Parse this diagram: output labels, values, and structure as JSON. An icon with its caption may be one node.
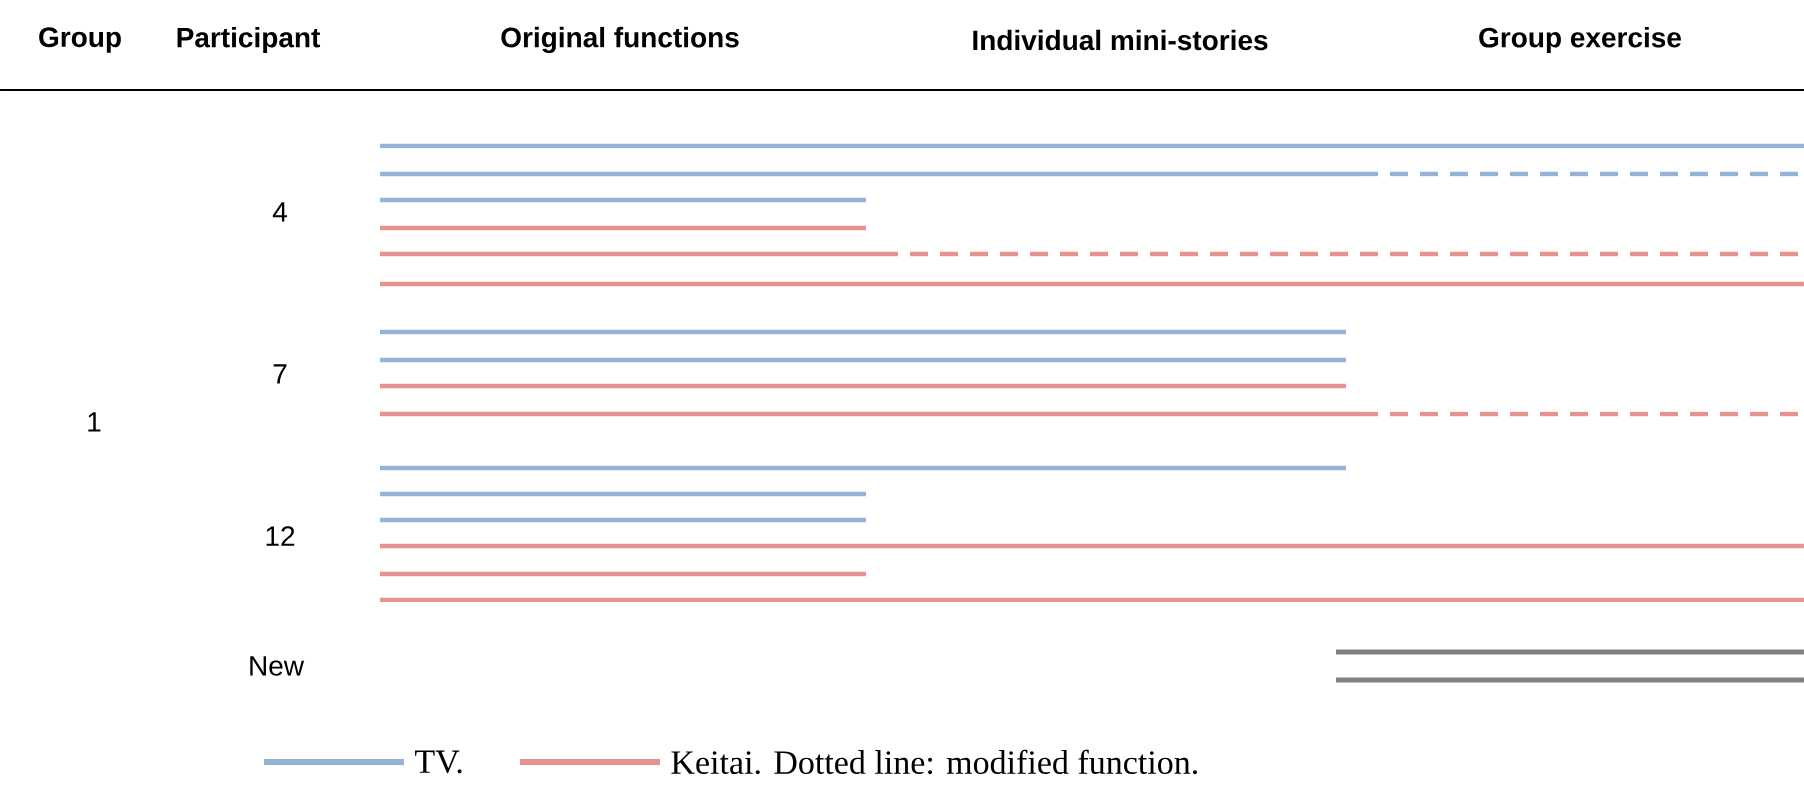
{
  "diagram": {
    "labels": [
      "Group",
      "Participant",
      "Original functions",
      "Individual mini-stories",
      "Group exercise",
      "4",
      "7",
      "1",
      "12",
      "New"
    ],
    "legend": [
      {
        "text": "TV.",
        "color": "#95b3d7"
      },
      {
        "text": "Keitai. Dotted line: modified function.",
        "color": "#e6928f"
      }
    ]
  }
}
